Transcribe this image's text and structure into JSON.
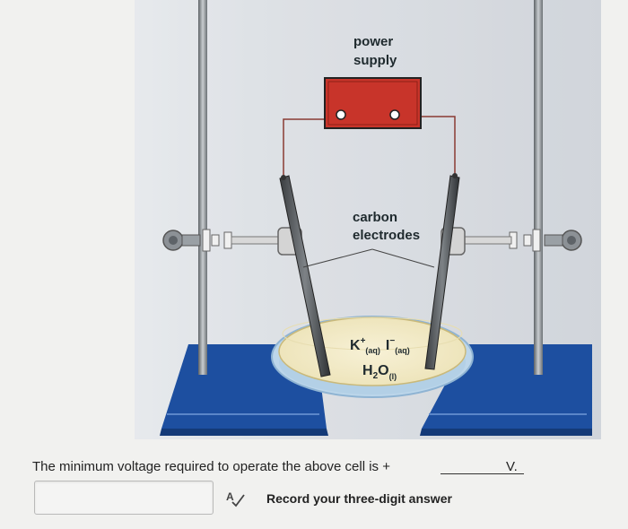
{
  "diagram": {
    "power_supply_label": [
      "power",
      "supply"
    ],
    "electrodes_label": [
      "carbon",
      "electrodes"
    ],
    "solution_line1": {
      "k": "K",
      "k_charge": "+",
      "k_state": "(aq)",
      "i": "I",
      "i_charge": "−",
      "i_state": "(aq)"
    },
    "solution_line2": {
      "h": "H",
      "h_sub": "2",
      "o": "O",
      "o_state": "(l)"
    }
  },
  "question": {
    "text": "The minimum voltage required to operate the above cell is +",
    "unit": "V."
  },
  "answer": {
    "value": "",
    "placeholder": ""
  },
  "instruction": "Record your three-digit answer",
  "icons": {
    "spellcheck": "spellcheck-icon"
  },
  "colors": {
    "power_supply": "#c8342a",
    "base_plates": "#1d4fa0",
    "dish_liquid": "#f3edc9",
    "background": "#f1f1ef"
  }
}
